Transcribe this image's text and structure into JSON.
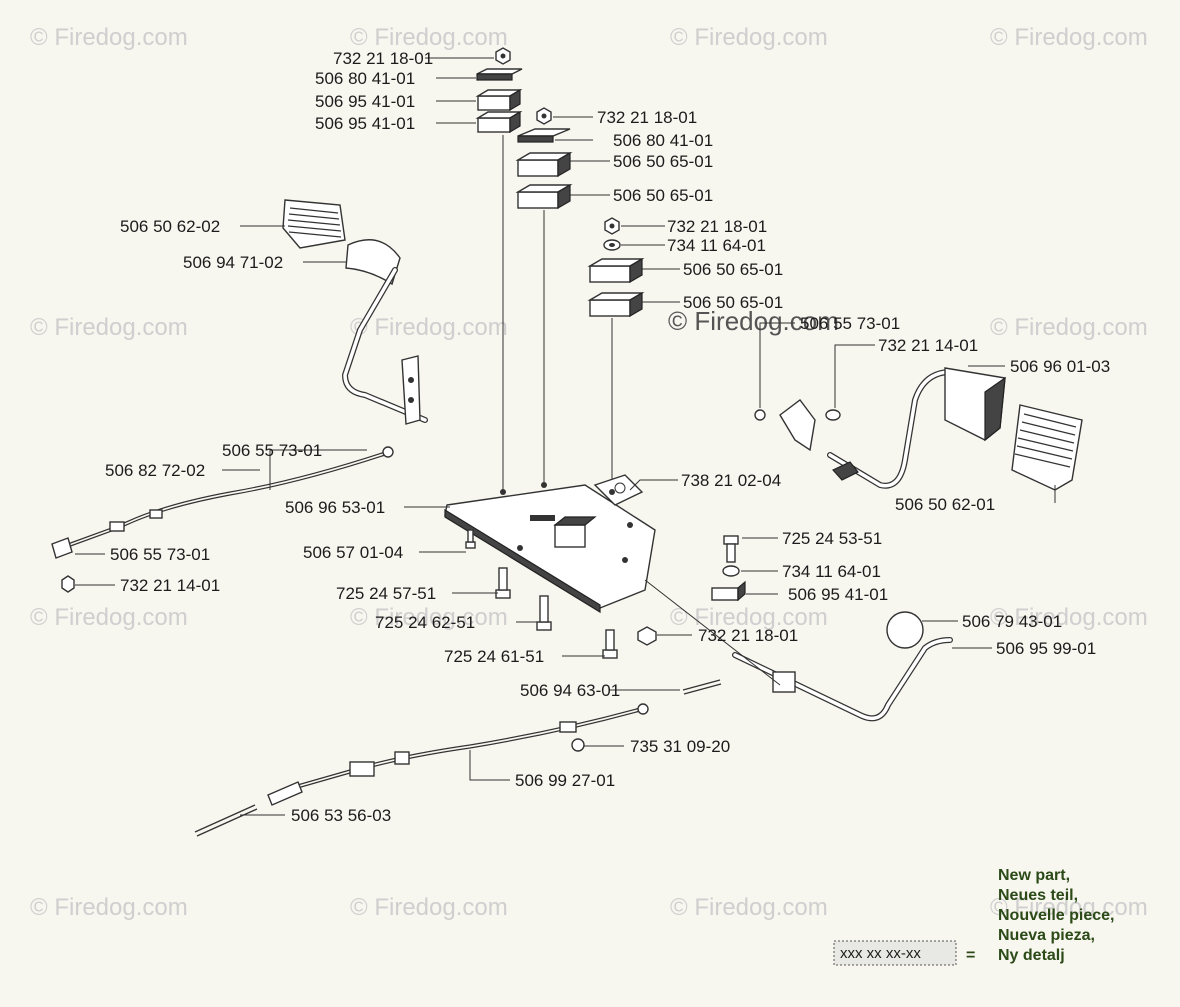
{
  "watermark": "© Firedog.com",
  "labels": [
    {
      "id": "l1",
      "text": "732 21 18-01"
    },
    {
      "id": "l2",
      "text": "506 80 41-01"
    },
    {
      "id": "l3",
      "text": "506 95 41-01"
    },
    {
      "id": "l4",
      "text": "506 95 41-01"
    },
    {
      "id": "l5",
      "text": "732 21 18-01"
    },
    {
      "id": "l6",
      "text": "506 80 41-01"
    },
    {
      "id": "l7",
      "text": "506 50 65-01"
    },
    {
      "id": "l8",
      "text": "506 50 65-01"
    },
    {
      "id": "l9",
      "text": "506 50 62-02"
    },
    {
      "id": "l10",
      "text": "732 21 18-01"
    },
    {
      "id": "l11",
      "text": "734 11 64-01"
    },
    {
      "id": "l12",
      "text": "506 94 71-02"
    },
    {
      "id": "l13",
      "text": "506 50 65-01"
    },
    {
      "id": "l14",
      "text": "506 50 65-01"
    },
    {
      "id": "l15",
      "text": "506 55 73-01"
    },
    {
      "id": "l16",
      "text": "732 21 14-01"
    },
    {
      "id": "l17",
      "text": "506 96 01-03"
    },
    {
      "id": "l18",
      "text": "506 55 73-01"
    },
    {
      "id": "l19",
      "text": "506 82 72-02"
    },
    {
      "id": "l20",
      "text": "738 21 02-04"
    },
    {
      "id": "l21",
      "text": "506 96 53-01"
    },
    {
      "id": "l22",
      "text": "506 50 62-01"
    },
    {
      "id": "l23",
      "text": "725 24 53-51"
    },
    {
      "id": "l24",
      "text": "506 55 73-01"
    },
    {
      "id": "l25",
      "text": "506 57 01-04"
    },
    {
      "id": "l26",
      "text": "734 11 64-01"
    },
    {
      "id": "l27",
      "text": "732 21 14-01"
    },
    {
      "id": "l28",
      "text": "506 95 41-01"
    },
    {
      "id": "l29",
      "text": "725 24 57-51"
    },
    {
      "id": "l30",
      "text": "725 24 62-51"
    },
    {
      "id": "l31",
      "text": "506 79 43-01"
    },
    {
      "id": "l32",
      "text": "732 21 18-01"
    },
    {
      "id": "l33",
      "text": "506 95 99-01"
    },
    {
      "id": "l34",
      "text": "725 24 61-51"
    },
    {
      "id": "l35",
      "text": "506 94 63-01"
    },
    {
      "id": "l36",
      "text": "735 31 09-20"
    },
    {
      "id": "l37",
      "text": "506 99 27-01"
    },
    {
      "id": "l38",
      "text": "506 53 56-03"
    }
  ],
  "legend": {
    "code": "xxx xx xx-xx",
    "equals": "=",
    "lines": [
      "New part,",
      "Neues teil,",
      "Nouvelle piece,",
      "Nueva pieza,",
      "Ny detalj"
    ]
  }
}
